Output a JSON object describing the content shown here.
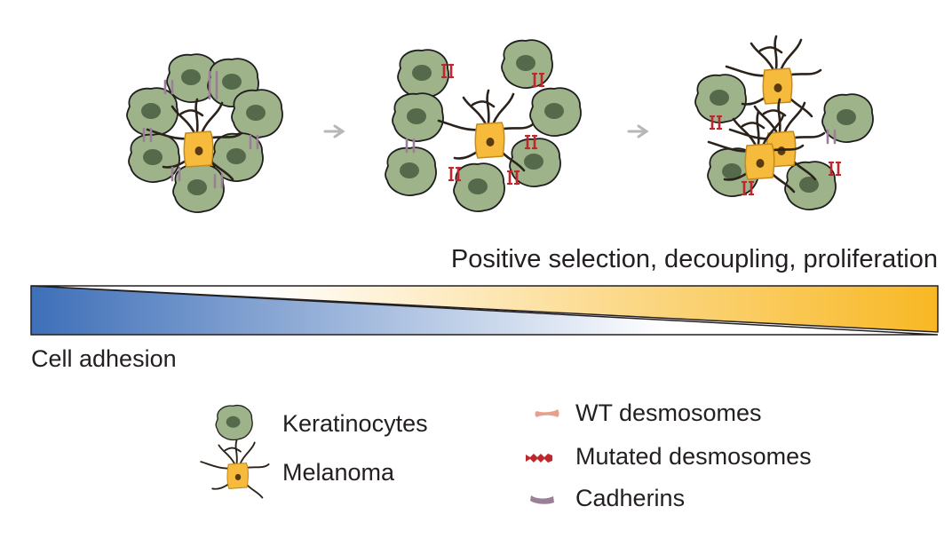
{
  "gradient": {
    "top_label": "Positive selection, decoupling, proliferation",
    "bottom_label": "Cell adhesion",
    "colors": {
      "blue": "#3e6fb8",
      "light": "#ffffff",
      "yellow": "#f8b824"
    }
  },
  "legend": {
    "keratinocytes": "Keratinocytes",
    "melanoma": "Melanoma",
    "wt_desmosomes": "WT desmosomes",
    "mutated_desmosomes": "Mutated desmosomes",
    "cadherins": "Cadherins"
  },
  "colors": {
    "keratinocyte_fill": "#9fb38b",
    "keratinocyte_nucleus": "#546a4b",
    "melanoma_fill": "#f6bb3c",
    "melanoma_nucleus": "#5a3a10",
    "dendrite": "#2b231b",
    "wt_desmosome": "#e4a28e",
    "mutated_desmosome": "#c0272d",
    "cadherin": "#9a7f97",
    "arrow": "#b7b7b7"
  }
}
